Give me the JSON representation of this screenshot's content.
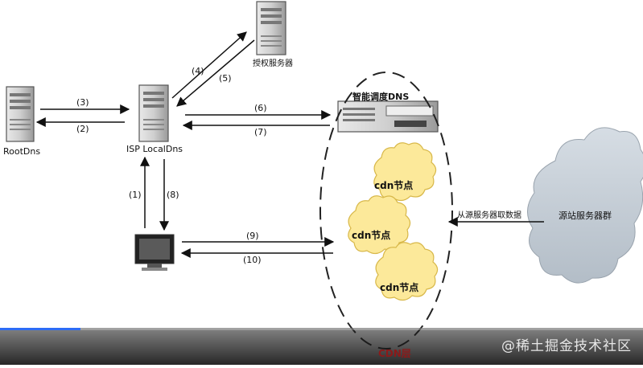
{
  "nodes": {
    "root_dns": "RootDns",
    "isp_local_dns": "ISP LocalDns",
    "auth_server": "授权服务器",
    "smart_dns": "智能调度DNS",
    "cdn_node_1": "cdn节点",
    "cdn_node_2": "cdn节点",
    "cdn_node_3": "cdn节点",
    "origin_cluster": "源站服务器群",
    "cdn_layer": "CDN层"
  },
  "edges": {
    "e1": "(1)",
    "e2": "(2)",
    "e3": "(3)",
    "e4": "(4)",
    "e5": "(5)",
    "e6": "(6)",
    "e7": "(7)",
    "e8": "(8)",
    "e9": "(9)",
    "e10": "(10)",
    "fetch_label": "从源服务器取数据"
  },
  "player": {
    "progress_fraction": 0.125,
    "watermark": "@稀土掘金技术社区"
  },
  "colors": {
    "cloud_fill": "#fce99a",
    "cloud_stroke": "#d8b84a",
    "origin_cloud_fill": "#c8d0d8",
    "progress": "#2d6cf5"
  }
}
